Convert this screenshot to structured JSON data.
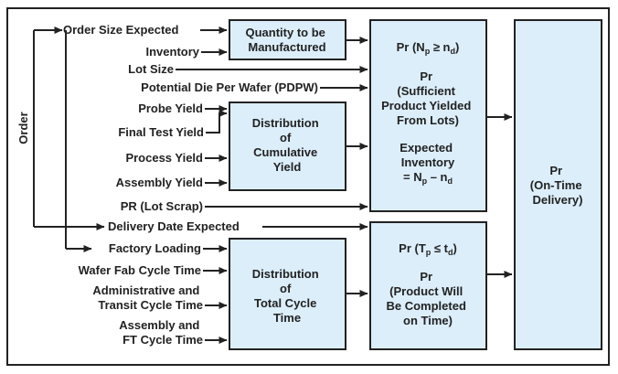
{
  "diagram": {
    "side_label": "Order",
    "inputs": {
      "order_size": "Order Size Expected",
      "inventory": "Inventory",
      "lot_size": "Lot Size",
      "pdpw": "Potential Die Per Wafer (PDPW)",
      "probe_yield": "Probe Yield",
      "final_test_yield": "Final Test Yield",
      "process_yield": "Process Yield",
      "assembly_yield": "Assembly Yield",
      "pr_lot_scrap": "PR (Lot Scrap)",
      "delivery_date": "Delivery Date Expected",
      "factory_loading": "Factory Loading",
      "wafer_fab": "Wafer Fab Cycle Time",
      "admin_transit": [
        "Administrative and",
        "Transit Cycle Time"
      ],
      "assembly_ft": [
        "Assembly and",
        "FT Cycle Time"
      ]
    },
    "boxes": {
      "quantity": [
        "Quantity to be",
        "Manufactured"
      ],
      "cumulative_yield": [
        "Distribution",
        "of",
        "Cumulative",
        "Yield"
      ],
      "total_cycle": [
        "Distribution",
        "of",
        "Total Cycle",
        "Time"
      ],
      "yield_prob": {
        "eq_prefix": "Pr (N",
        "eq_sub1": "p",
        "eq_mid": " ≥ n",
        "eq_sub2": "d",
        "eq_suffix": ")",
        "desc": [
          "Pr",
          "(Sufficient",
          "Product Yielded",
          "From Lots)"
        ],
        "inv": [
          "Expected",
          "Inventory"
        ],
        "inv_eq_prefix": "= N",
        "inv_eq_sub1": "p",
        "inv_eq_mid": " – n",
        "inv_eq_sub2": "d"
      },
      "time_prob": {
        "eq_prefix": "Pr (T",
        "eq_sub1": "p",
        "eq_mid": " ≤ t",
        "eq_sub2": "d",
        "eq_suffix": ")",
        "desc": [
          "Pr",
          "(Product Will",
          "Be Completed",
          "on Time)"
        ]
      },
      "final": [
        "Pr",
        "(On-Time",
        "Delivery)"
      ]
    }
  }
}
